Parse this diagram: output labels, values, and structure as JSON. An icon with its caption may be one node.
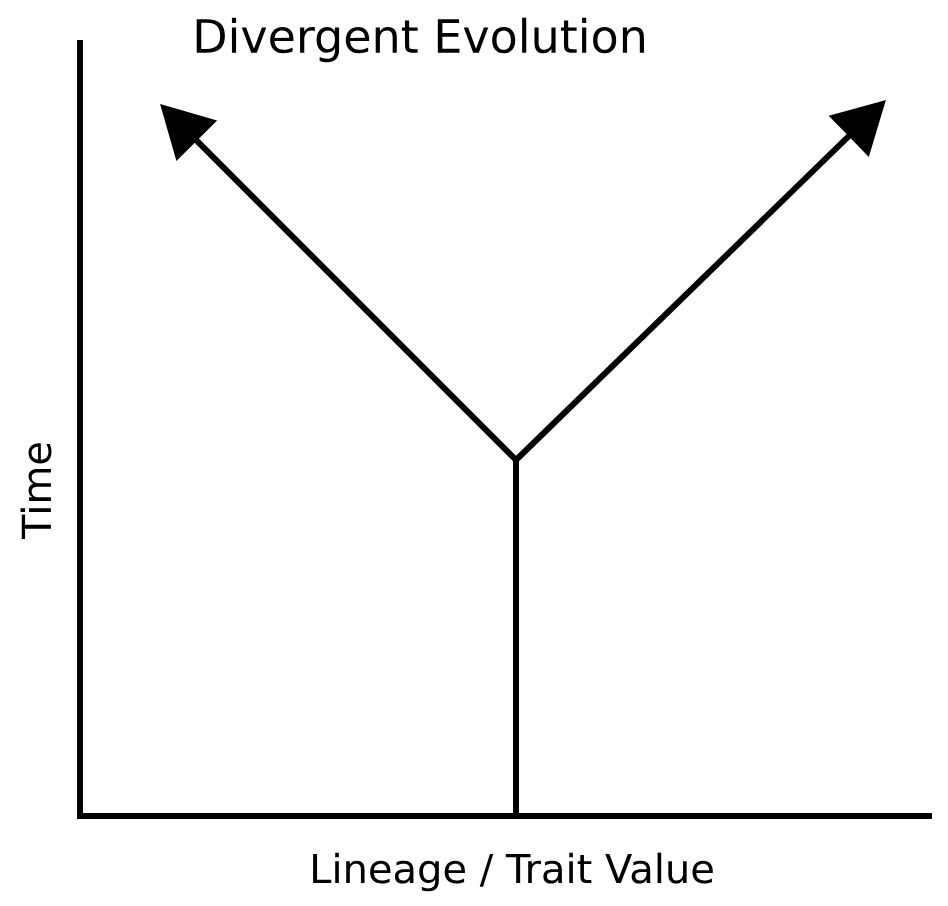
{
  "diagram": {
    "title": "Divergent Evolution",
    "labels": [
      "Time",
      "Lineage / Trait Value"
    ]
  }
}
